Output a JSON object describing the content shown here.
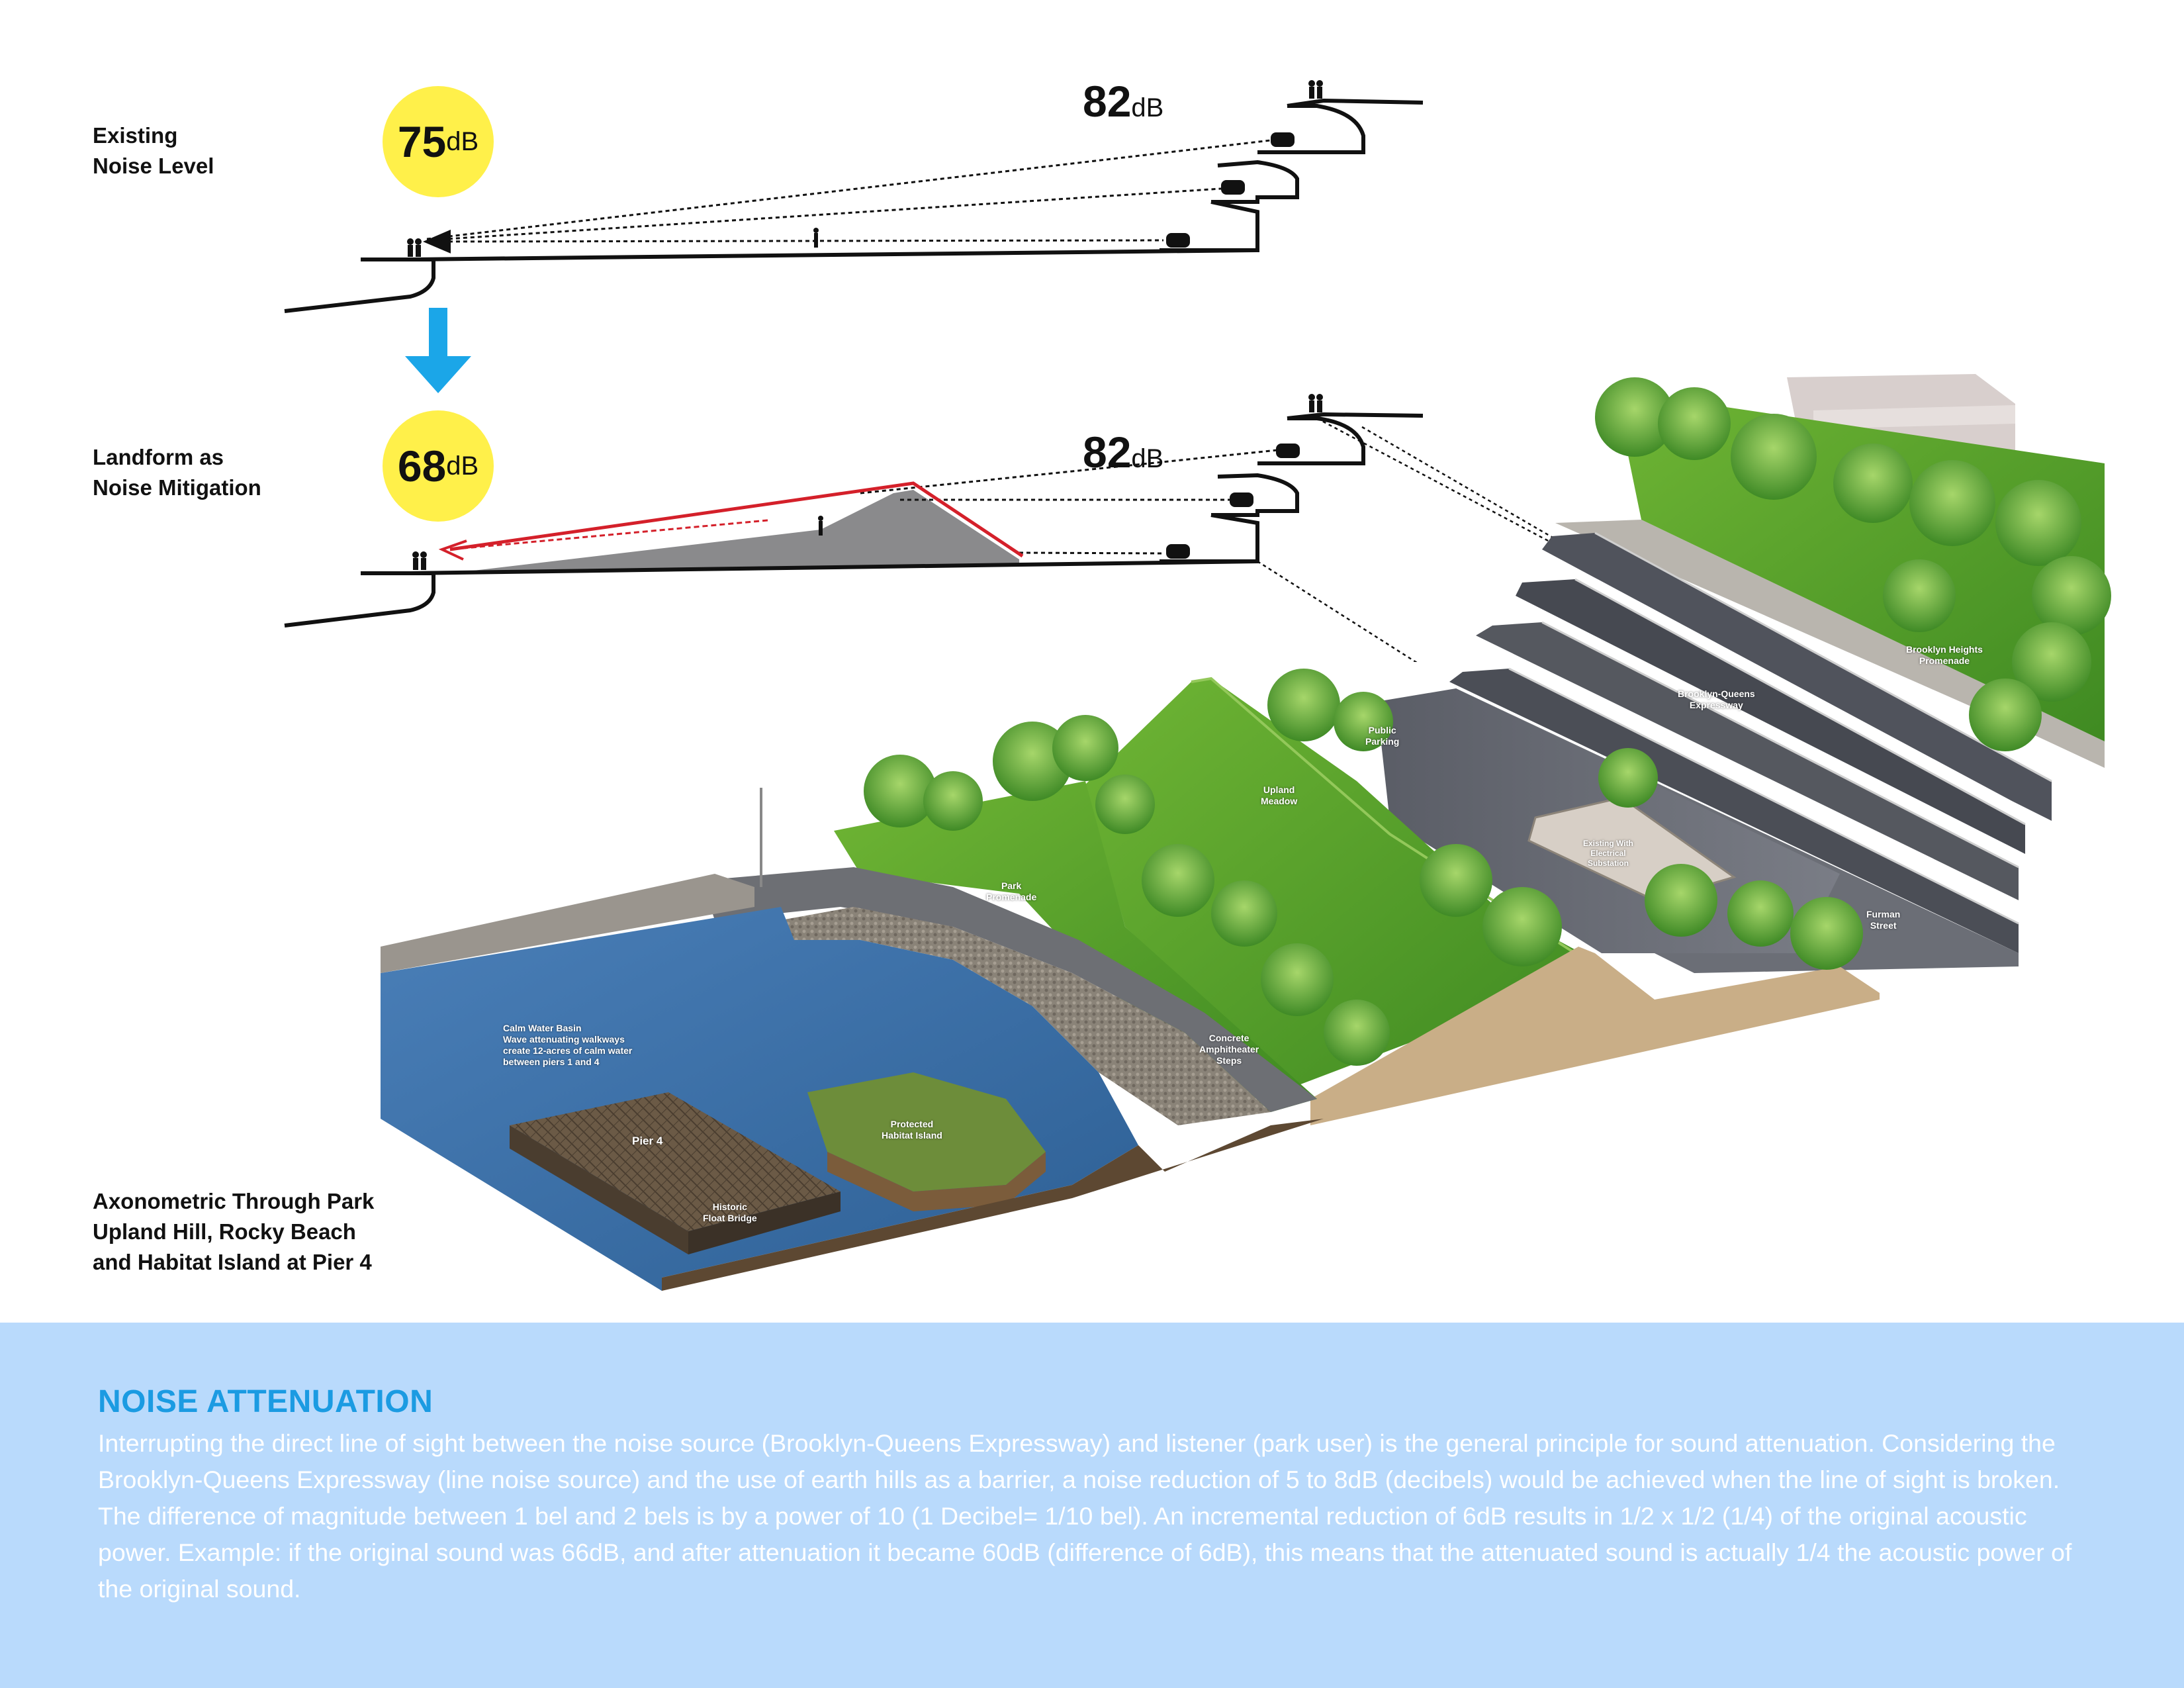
{
  "sections": {
    "existing": {
      "label_line1": "Existing",
      "label_line2": "Noise Level",
      "listener_db_value": "75",
      "road_db_value": "82",
      "unit": "dB"
    },
    "mitigation": {
      "label_line1": "Landform as",
      "label_line2": "Noise Mitigation",
      "listener_db_value": "68",
      "road_db_value": "82",
      "unit": "dB"
    },
    "axonometric": {
      "label_line1": "Axonometric Through Park",
      "label_line2": "Upland Hill, Rocky Beach",
      "label_line3": "and Habitat Island at Pier 4"
    }
  },
  "map_labels": {
    "calm_water_title": "Calm Water Basin",
    "calm_water_desc_1": "Wave attenuating walkways",
    "calm_water_desc_2": "create 12-acres of calm water",
    "calm_water_desc_3": "between piers 1 and 4",
    "pier4": "Pier 4",
    "float_bridge_1": "Historic",
    "float_bridge_2": "Float Bridge",
    "habitat_island_1": "Protected",
    "habitat_island_2": "Habitat Island",
    "amphitheater_1": "Concrete",
    "amphitheater_2": "Amphitheater",
    "amphitheater_3": "Steps",
    "promenade_1": "Park",
    "promenade_2": "Promenade",
    "meadow_1": "Upland",
    "meadow_2": "Meadow",
    "parking_1": "Public",
    "parking_2": "Parking",
    "substation_1": "Existing With",
    "substation_2": "Electrical",
    "substation_3": "Substation",
    "furman_1": "Furman",
    "furman_2": "Street",
    "bqe_1": "Brooklyn-Queens",
    "bqe_2": "Expressway",
    "heights_1": "Brooklyn Heights",
    "heights_2": "Promenade"
  },
  "notes": {
    "title": "NOISE ATTENUATION",
    "body": "Interrupting the direct line of sight between the noise source (Brooklyn-Queens Expressway) and listener (park user) is the general principle for sound attenuation.  Considering the Brooklyn-Queens Expressway (line noise source) and the use of earth hills as a barrier, a noise reduction of 5 to 8dB (decibels) would be achieved when the line of sight is broken.  The difference of magnitude between 1 bel and 2 bels is by a power of 10 (1 Decibel= 1/10 bel).  An incremental reduction of 6dB results in 1/2 x 1/2 (1/4) of the original acoustic power.  Example: if the original sound was 66dB, and after attenuation it became 60dB (difference of 6dB), this means that the attenuated sound is actually 1/4 the acoustic power of the original sound."
  },
  "colors": {
    "db_circle": "#fff04a",
    "arrow_blue": "#1ba6e8",
    "sightline_red": "#d4202a",
    "panel_blue": "#b9dafc",
    "title_blue": "#1b9be2"
  }
}
